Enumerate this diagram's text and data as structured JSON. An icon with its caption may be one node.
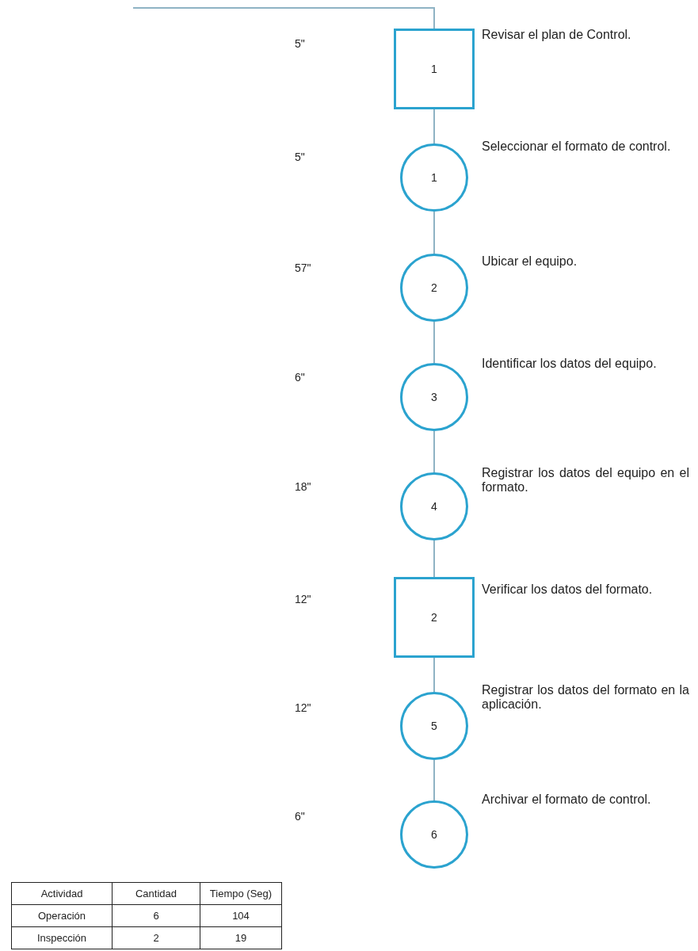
{
  "diagram": {
    "nodes": [
      {
        "text": [
          "1"
        ],
        "beside": [
          "Revisar el plan de Control."
        ]
      },
      {
        "text": [
          "1"
        ],
        "beside": [
          "Seleccionar el formato de control."
        ]
      },
      {
        "text": [
          "2"
        ],
        "beside": [
          "Ubicar el equipo."
        ]
      },
      {
        "text": [
          "3"
        ],
        "beside": [
          "Identificar los datos del equipo."
        ]
      },
      {
        "text": [
          "4"
        ],
        "beside": [
          "Registrar los datos del equipo en el formato."
        ]
      },
      {
        "text": [
          "2"
        ],
        "beside": [
          "Verificar los datos del formato."
        ]
      },
      {
        "text": [
          "5"
        ],
        "beside": [
          "Registrar los datos del formato en la aplicación."
        ]
      },
      {
        "text": [
          "6"
        ],
        "beside": [
          "Archivar el formato de control."
        ]
      }
    ],
    "edges": [
      {
        "from": null,
        "to": 0,
        "arrow": "none"
      },
      {
        "from": 0,
        "to": 1,
        "arrow": "none"
      },
      {
        "from": 1,
        "to": 2,
        "arrow": "none"
      },
      {
        "from": 2,
        "to": 3,
        "arrow": "none"
      },
      {
        "from": 3,
        "to": 4,
        "arrow": "none"
      },
      {
        "from": 4,
        "to": 5,
        "arrow": "none"
      },
      {
        "from": 5,
        "to": 6,
        "arrow": "none"
      },
      {
        "from": 6,
        "to": 7,
        "arrow": "none"
      }
    ],
    "labels": [
      "5\"",
      "5\"",
      "57\"",
      "6\"",
      "18\"",
      "12\"",
      "12\"",
      "6\"",
      "Actividad",
      "Cantidad",
      "Tiempo (Seg)",
      "Operación",
      "6",
      "104",
      "Inspección",
      "2",
      "19"
    ]
  }
}
